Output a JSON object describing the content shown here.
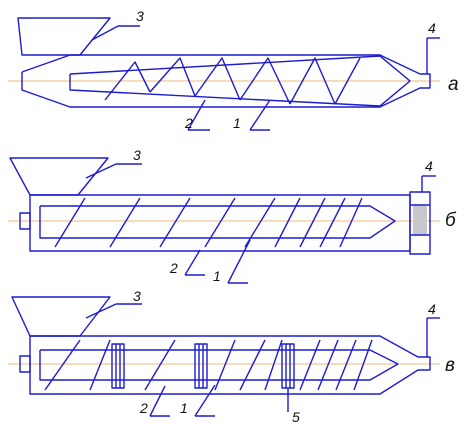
{
  "colors": {
    "outline": "#1c1cd0",
    "axis": "#e0a24c",
    "text": "#111111",
    "nozzle_fill": "#c8c8cc"
  },
  "variant_a": {
    "section_letter": "а",
    "callouts": {
      "hopper": "3",
      "nozzle": "4",
      "barrel": "2",
      "screw": "1"
    }
  },
  "variant_b": {
    "section_letter": "б",
    "callouts": {
      "hopper": "3",
      "nozzle": "4",
      "barrel": "2",
      "screw": "1"
    }
  },
  "variant_v": {
    "section_letter": "в",
    "callouts": {
      "hopper": "3",
      "nozzle": "4",
      "barrel": "2",
      "screw": "1",
      "mixing_ring": "5"
    }
  }
}
